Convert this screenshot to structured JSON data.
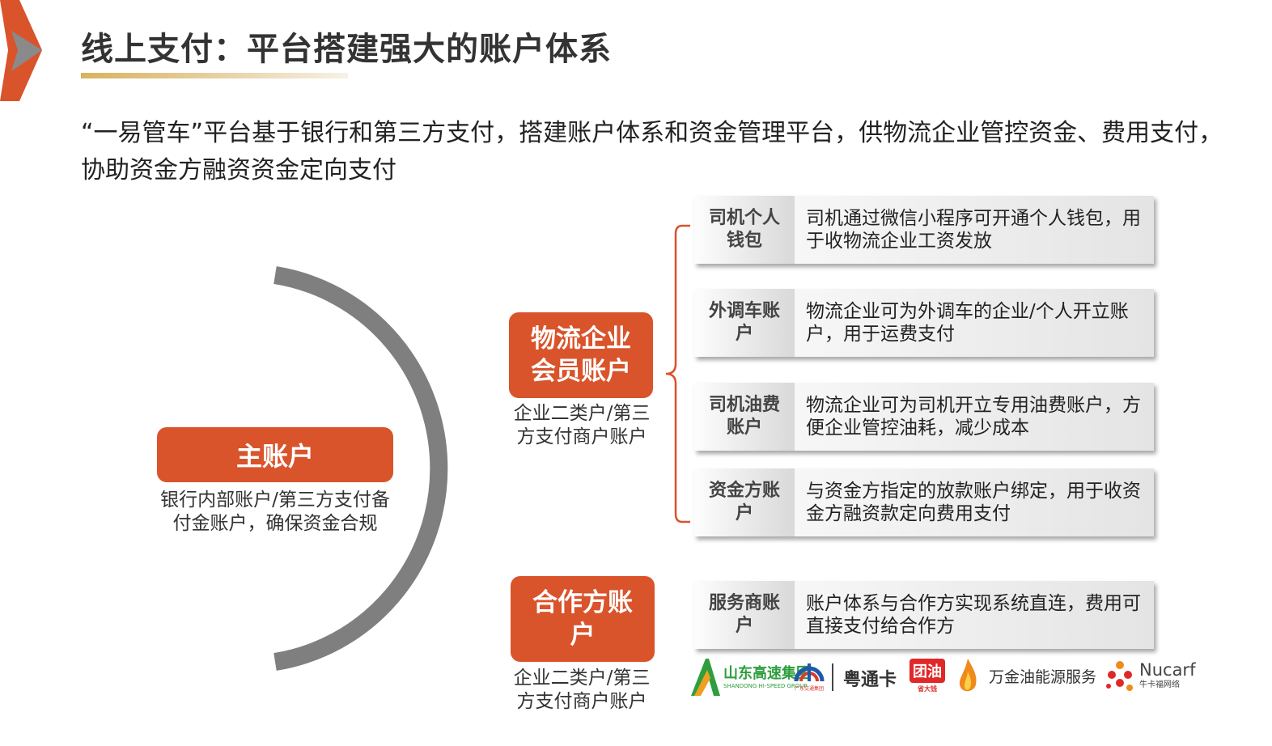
{
  "title": "线上支付：平台搭建强大的账户体系",
  "intro": "“一易管车”平台基于银行和第三方支付，搭建账户体系和资金管理平台，供物流企业管控资金、费用支付，协助资金方融资资金定向支付",
  "main_account": {
    "label": "主账户",
    "desc": "银行内部账户/第三方支付备付金账户，确保资金合规"
  },
  "logistics_account": {
    "label": "物流企业会员账户",
    "desc": "企业二类户/第三方支付商户账户"
  },
  "partner_account": {
    "label": "合作方账户",
    "desc": "企业二类户/第三方支付商户账户"
  },
  "cards": [
    {
      "label": "司机个人钱包",
      "text": "司机通过微信小程序可开通个人钱包，用于收物流企业工资发放"
    },
    {
      "label": "外调车账户",
      "text": "物流企业可为外调车的企业/个人开立账户，用于运费支付"
    },
    {
      "label": "司机油费账户",
      "text": "物流企业可为司机开立专用油费账户，方便企业管控油耗，减少成本"
    },
    {
      "label": "资金方账户",
      "text": "与资金方指定的放款账户绑定，用于收资金方融资款定向费用支付"
    },
    {
      "label": "服务商账户",
      "text": "账户体系与合作方实现系统直连，费用可直接支付给合作方"
    }
  ],
  "logos": {
    "shandong_cn": "山东高速集团",
    "shandong_en": "SHANDONG HI-SPEED GROUP",
    "guangdong_caption": "广东交通集团",
    "yuetongka": "粤通卡",
    "tuanyou": "团油",
    "tuanyou_sub": "省大钱",
    "wanjin": "万金油能源服务",
    "nucarf": "Nucarf",
    "nucarf_cn": "牛卡福网络"
  },
  "colors": {
    "accent": "#d9532b",
    "arc": "#7f7f7f",
    "gold": "#d8b25e"
  }
}
